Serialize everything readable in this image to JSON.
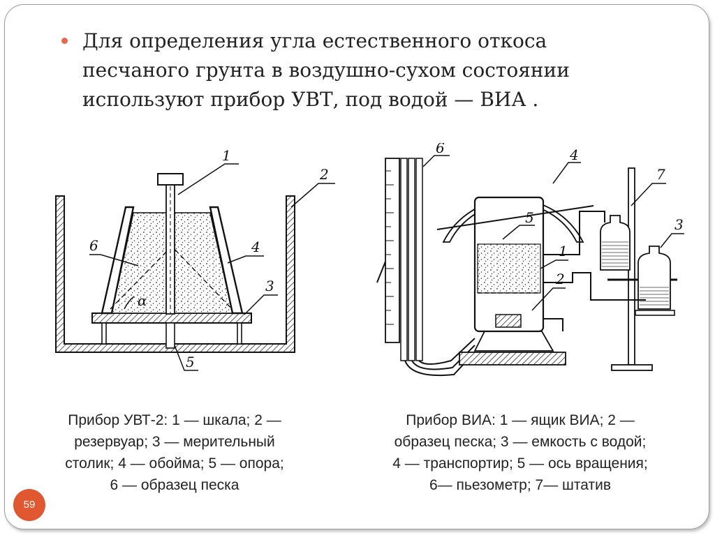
{
  "slide": {
    "title_lines": [
      "Для определения угла естественного откоса",
      "песчаного грунта в воздушно-сухом состоянии",
      "используют прибор УВТ, под водой — ВИА ."
    ],
    "page_number": "59",
    "accent_color": "#e1572f"
  },
  "figure_left": {
    "callouts": [
      "1",
      "2",
      "6",
      "4",
      "3",
      "5"
    ],
    "angle_label": "α",
    "caption_lines": [
      "Прибор УВТ-2: 1 — шкала; 2 —",
      "резервуар; 3 — мерительный",
      "столик; 4 — обойма; 5 — опора;",
      "6 — образец песка"
    ]
  },
  "figure_right": {
    "callouts": [
      "6",
      "4",
      "5",
      "7",
      "3",
      "1",
      "2"
    ],
    "caption_lines": [
      "Прибор ВИА: 1 — ящик ВИА; 2 —",
      "образец песка; 3 — емкость с водой;",
      "4 — транспортир; 5 — ось вращения;",
      "6— пьезометр; 7— штатив"
    ]
  }
}
